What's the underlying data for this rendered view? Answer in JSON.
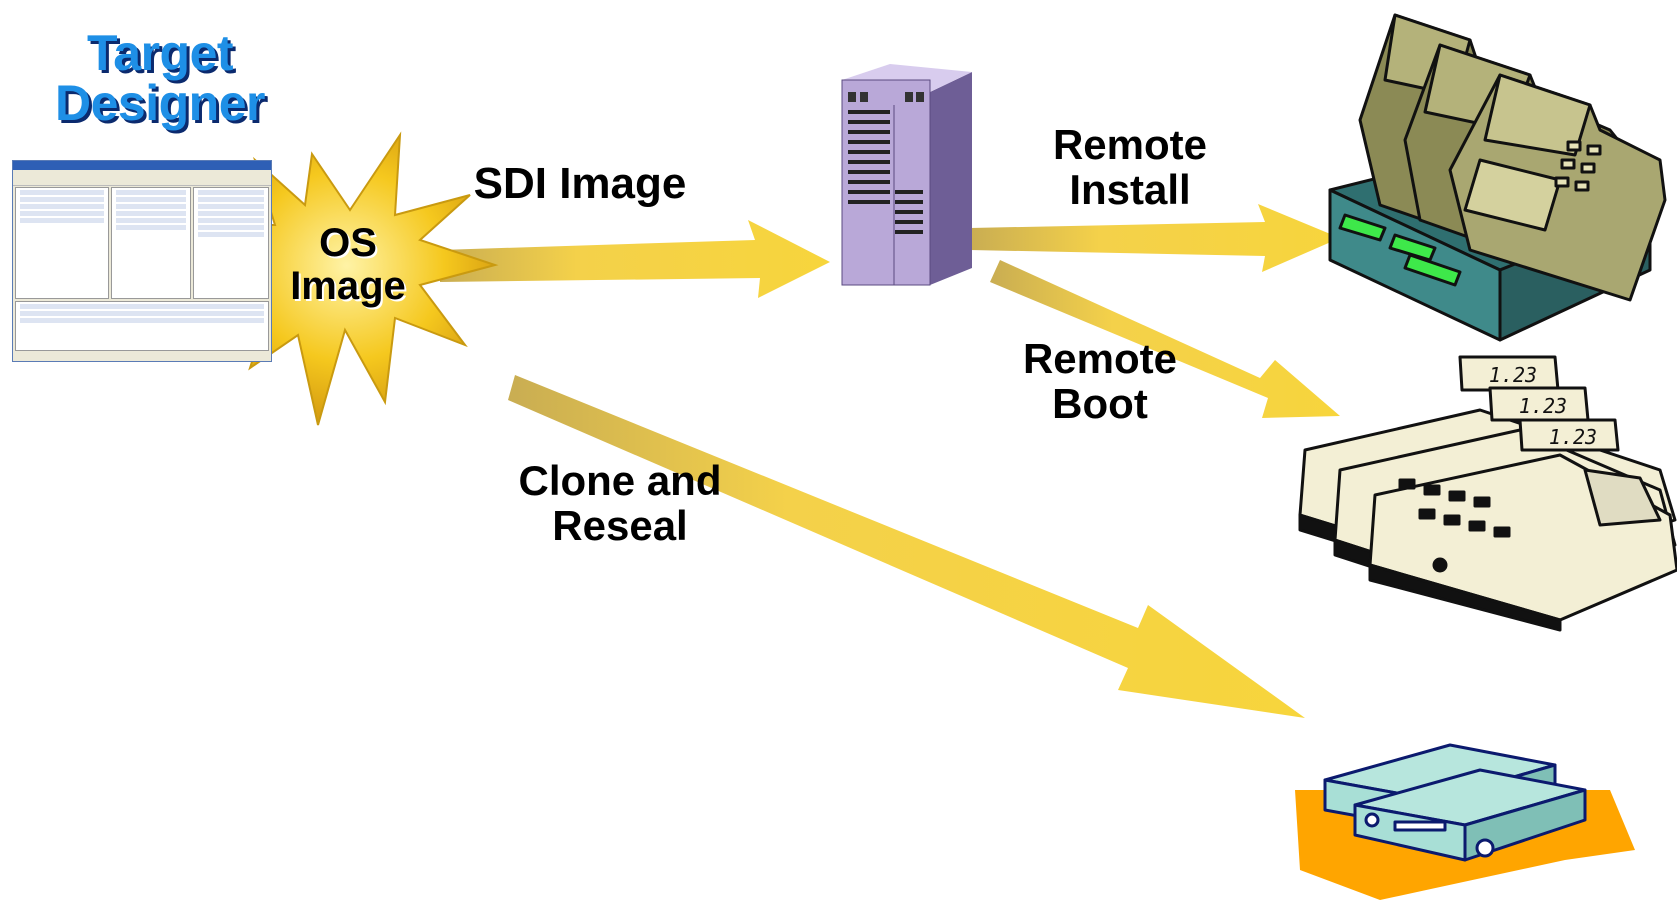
{
  "title": {
    "line1": "Target",
    "line2": "Designer"
  },
  "burst": {
    "line1": "OS",
    "line2": "Image"
  },
  "labels": {
    "sdi": "SDI Image",
    "remote_install": {
      "line1": "Remote",
      "line2": "Install"
    },
    "remote_boot": {
      "line1": "Remote",
      "line2": "Boot"
    },
    "clone": {
      "line1": "Clone and",
      "line2": "Reseal"
    }
  },
  "register_display": [
    "1.23",
    "1.23",
    "1.23"
  ],
  "colors": {
    "title": "#1e8fe6",
    "arrow": "#f2cc3a",
    "burst": "#f2c21a",
    "server": "#b9a8d8",
    "drawer": "#3ee84a",
    "device_top": "#a8dfd6",
    "device_shadow": "#ffa500"
  }
}
